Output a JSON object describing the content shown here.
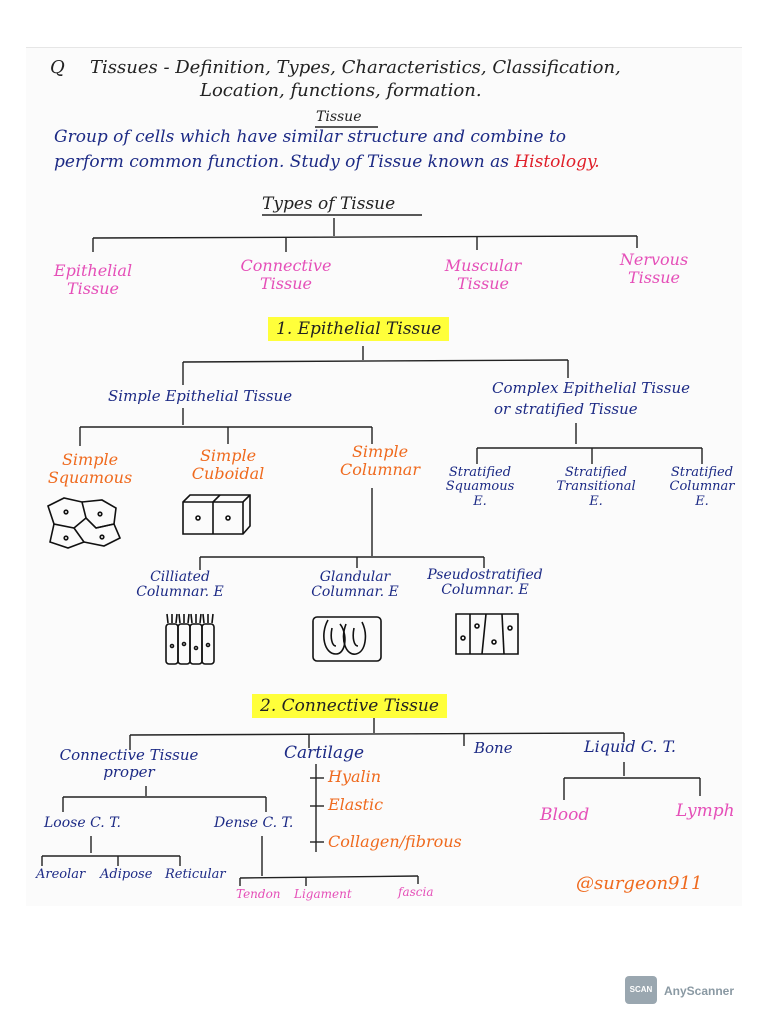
{
  "heading": {
    "bullet": "Q",
    "line1": "Tissues - Definition, Types, Characteristics, Classification,",
    "line2": "Location, functions, formation."
  },
  "definition": {
    "title": "Tissue",
    "line1": "Group of cells which have similar structure and combine to",
    "line2_prefix": "perform common function. Study of Tissue known as",
    "line2_term": "Histology."
  },
  "types": {
    "title": "Types of Tissue",
    "items": [
      {
        "l1": "Epithelial",
        "l2": "Tissue"
      },
      {
        "l1": "Connective",
        "l2": "Tissue"
      },
      {
        "l1": "Muscular",
        "l2": "Tissue"
      },
      {
        "l1": "Nervous",
        "l2": "Tissue"
      }
    ]
  },
  "epithelial": {
    "title": "1. Epithelial Tissue",
    "simple": "Simple Epithelial Tissue",
    "complex_l1": "Complex Epithelial Tissue",
    "complex_l2": "or stratified Tissue",
    "simple_types": [
      {
        "l1": "Simple",
        "l2": "Squamous"
      },
      {
        "l1": "Simple",
        "l2": "Cuboidal"
      },
      {
        "l1": "Simple",
        "l2": "Columnar"
      }
    ],
    "stratified": [
      {
        "l1": "Stratified",
        "l2": "Squamous",
        "l3": "E."
      },
      {
        "l1": "Stratified",
        "l2": "Transitional",
        "l3": "E."
      },
      {
        "l1": "Stratified",
        "l2": "Columnar",
        "l3": "E."
      }
    ],
    "columnar_types": [
      {
        "l1": "Cilliated",
        "l2": "Columnar. E"
      },
      {
        "l1": "Glandular",
        "l2": "Columnar. E"
      },
      {
        "l1": "Pseudostratified",
        "l2": "Columnar. E"
      }
    ]
  },
  "connective": {
    "title": "2. Connective Tissue",
    "proper_l1": "Connective Tissue",
    "proper_l2": "proper",
    "cartilage": "Cartilage",
    "cartilage_types": [
      "Hyalin",
      "Elastic",
      "Collagen/fibrous"
    ],
    "bone": "Bone",
    "liquid": "Liquid C. T.",
    "blood": "Blood",
    "lymph": "Lymph",
    "loose": "Loose C. T.",
    "dense": "Dense C. T.",
    "loose_types": [
      "Areolar",
      "Adipose",
      "Reticular"
    ],
    "dense_types": [
      "Tendon",
      "Ligament",
      "fascia"
    ]
  },
  "signature": "@surgeon911",
  "footer": {
    "badge": "SCAN",
    "app": "AnyScanner"
  }
}
